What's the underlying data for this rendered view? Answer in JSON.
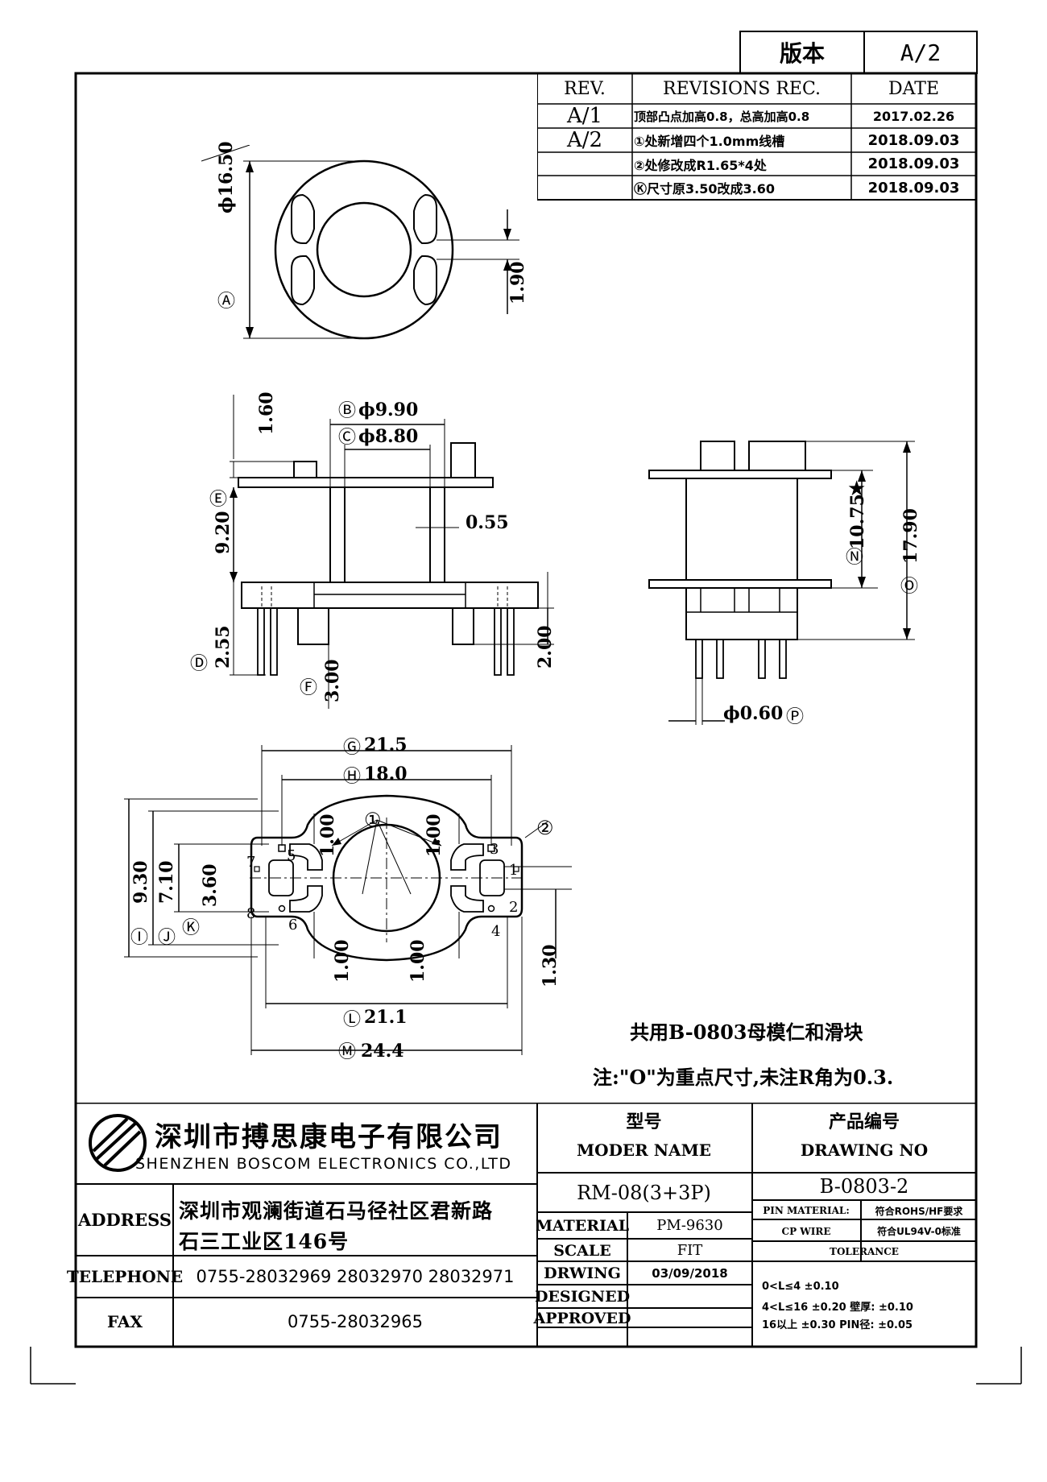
{
  "version_box": {
    "label": "版本",
    "value": "A/2"
  },
  "revisions": {
    "headers": {
      "rev": "REV.",
      "rec": "REVISIONS REC.",
      "date": "DATE"
    },
    "rows": [
      {
        "rev": "A/1",
        "text": "顶部凸点加高0.8，总高加高0.8",
        "date": "2017.02.26"
      },
      {
        "rev": "A/2",
        "text": "①处新增四个1.0mm线槽",
        "date": "2018.09.03"
      },
      {
        "rev": "",
        "text": "②处修改成R1.65*4处",
        "date": "2018.09.03"
      },
      {
        "rev": "",
        "text": "Ⓚ尺寸原3.50改成3.60",
        "date": "2018.09.03"
      }
    ]
  },
  "top_view": {
    "dia_label": "Ⓐ",
    "dia": "ϕ16.50",
    "slot": "1.90"
  },
  "front_view": {
    "b_label": "Ⓑ",
    "b": "ϕ9.90",
    "c_label": "Ⓒ",
    "c": "ϕ8.80",
    "top_bump": "1.60",
    "e_label": "Ⓔ",
    "e": "9.20",
    "wall": "0.55",
    "d_label": "Ⓓ",
    "d": "2.55",
    "f_label": "Ⓕ",
    "f": "3.00",
    "pin_len": "2.00"
  },
  "side_view": {
    "star": "★",
    "n_label": "Ⓝ",
    "n": "10.75",
    "o_label": "Ⓞ",
    "o": "17.90",
    "p_label": "Ⓟ",
    "p": "ϕ0.60"
  },
  "bottom_view": {
    "g_label": "Ⓖ",
    "g": "21.5",
    "h_label": "Ⓗ",
    "h": "18.0",
    "note1": "①",
    "note2": "②",
    "slot_w": "1.00",
    "i_label": "Ⓘ",
    "i": "9.30",
    "j_label": "Ⓙ",
    "j": "7.10",
    "k_label": "Ⓚ",
    "k": "3.60",
    "pad": "1.30",
    "l_label": "Ⓛ",
    "l": "21.1",
    "m_label": "Ⓜ",
    "m": "24.4",
    "pins": [
      "1",
      "2",
      "3",
      "4",
      "5",
      "6",
      "7",
      "8"
    ]
  },
  "notes": {
    "shared": "共用B-0803母模仁和滑块",
    "remark": "注:\"O\"为重点尺寸,未注R角为0.3."
  },
  "title_block": {
    "company_cn": "深圳市搏思康电子有限公司",
    "company_en": "SHENZHEN BOSCOM ELECTRONICS CO.,LTD",
    "model_cn": "型号",
    "model_en": "MODER NAME",
    "model": "RM-08(3+3P)",
    "drawing_cn": "产品编号",
    "drawing_en": "DRAWING NO",
    "drawing_no": "B-0803-2",
    "address_label": "ADDRESS",
    "address_1": "深圳市观澜街道石马径社区君新路",
    "address_2": "石三工业区146号",
    "tel_label": "TELEPHONE",
    "tel": "0755-28032969 28032970 28032971",
    "fax_label": "FAX",
    "fax": "0755-28032965",
    "material_label": "MATERIAL",
    "material": "PM-9630",
    "scale_label": "SCALE",
    "scale": "FIT",
    "drwing_label": "DRWING",
    "drwing": "03/09/2018",
    "designed_label": "DESIGNED",
    "approved_label": "APPROVED",
    "pin_material_label": "PIN MATERIAL:",
    "pin_material": "符合ROHS/HF要求",
    "cp_wire_label": "CP WIRE",
    "cp_wire": "符合UL94V-0标准",
    "tolerance_label": "TOLERANCE",
    "tol_1": "0<L≤4  ±0.10",
    "tol_2": "4<L≤16 ±0.20  壁厚: ±0.10",
    "tol_3": "16以上  ±0.30  PIN径: ±0.05"
  }
}
